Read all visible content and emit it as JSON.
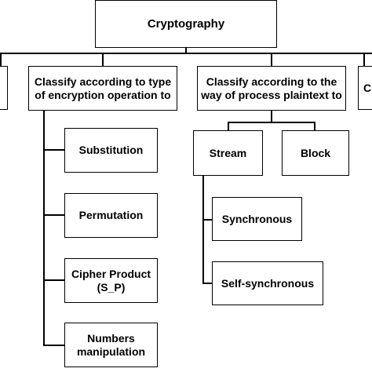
{
  "diagram": {
    "root": {
      "label": "Cryptography"
    },
    "left_partial": {
      "label": ""
    },
    "right_partial": {
      "label": "C"
    },
    "branch_operation": {
      "label": "Classify according to type of encryption operation to",
      "children": [
        {
          "label": "Substitution"
        },
        {
          "label": "Permutation"
        },
        {
          "label": "Cipher Product\n(S_P)"
        },
        {
          "label": "Numbers\nmanipulation"
        }
      ]
    },
    "branch_process": {
      "label": "Classify according to the way of process plaintext to",
      "children": [
        {
          "label": "Stream",
          "children": [
            {
              "label": "Synchronous"
            },
            {
              "label": "Self-synchronous"
            }
          ]
        },
        {
          "label": "Block"
        }
      ]
    }
  }
}
